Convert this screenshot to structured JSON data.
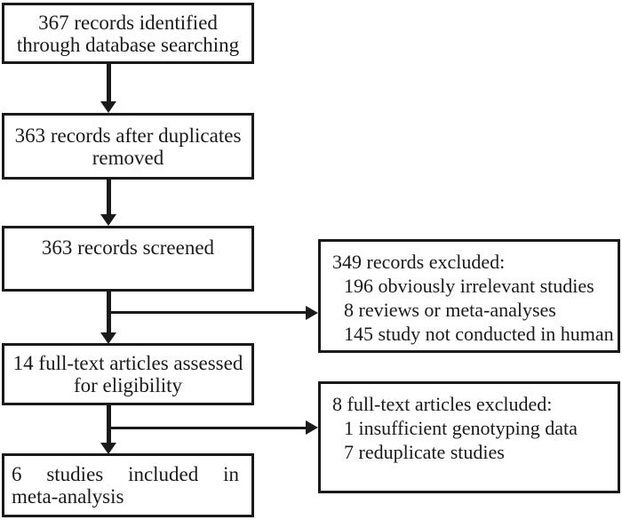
{
  "colors": {
    "ink": "#1a1a1a",
    "background": "#ffffff"
  },
  "boxes": {
    "identified": {
      "lines": [
        "367 records identified",
        "through database searching"
      ]
    },
    "duplicates": {
      "lines": [
        "363 records after duplicates",
        "removed"
      ]
    },
    "screened": {
      "lines": [
        "363 records screened"
      ]
    },
    "fulltext_assessed": {
      "lines": [
        "14 full-text articles assessed",
        "for eligibility"
      ]
    },
    "included": {
      "lines": [
        "6 studies included in",
        "meta-analysis"
      ]
    },
    "records_excluded": {
      "lines": [
        "349 records excluded:",
        "196 obviously irrelevant studies",
        "8 reviews or meta-analyses",
        "145 study not conducted in human"
      ]
    },
    "fulltext_excluded": {
      "lines": [
        "8 full-text articles excluded:",
        "1 insufficient genotyping data",
        "7 reduplicate studies"
      ]
    }
  }
}
